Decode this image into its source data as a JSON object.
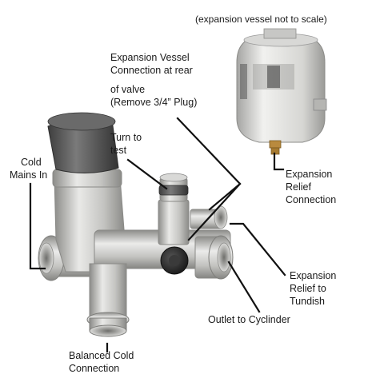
{
  "labels": {
    "vessel_note": "(expansion vessel not to scale)",
    "vessel_connection": [
      "Expansion Vessel",
      "Connection at rear",
      "of valve",
      "(Remove 3/4” Plug)"
    ],
    "turn_to_test": [
      "Turn to",
      "test"
    ],
    "cold_mains": [
      "Cold",
      "Mains In"
    ],
    "relief_connection": [
      "Expansion",
      "Relief",
      "Connection"
    ],
    "relief_tundish": [
      "Expansion",
      "Relief to",
      "Tundish"
    ],
    "outlet": "Outlet to Cyclinder",
    "balanced_cold": [
      "Balanced Cold",
      "Connection"
    ]
  },
  "colors": {
    "metal_light": "#e4e4e2",
    "metal_mid": "#b9b9b6",
    "metal_dark": "#8e8e8b",
    "cap_dark": "#555555",
    "knob": "#2b2b2b",
    "leader": "#111111"
  }
}
